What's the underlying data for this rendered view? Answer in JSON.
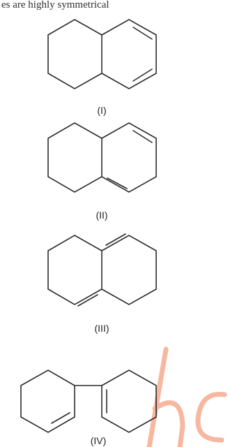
{
  "header_fragment": "es are highly symmetrical",
  "structures": [
    {
      "id": "I",
      "label": "(I)"
    },
    {
      "id": "II",
      "label": "(II)"
    },
    {
      "id": "III",
      "label": "(III)"
    },
    {
      "id": "IV",
      "label": "(IV)"
    }
  ],
  "colors": {
    "bond": "#2b2b2b",
    "label": "#222222",
    "watermark": "#f7b7a0"
  }
}
